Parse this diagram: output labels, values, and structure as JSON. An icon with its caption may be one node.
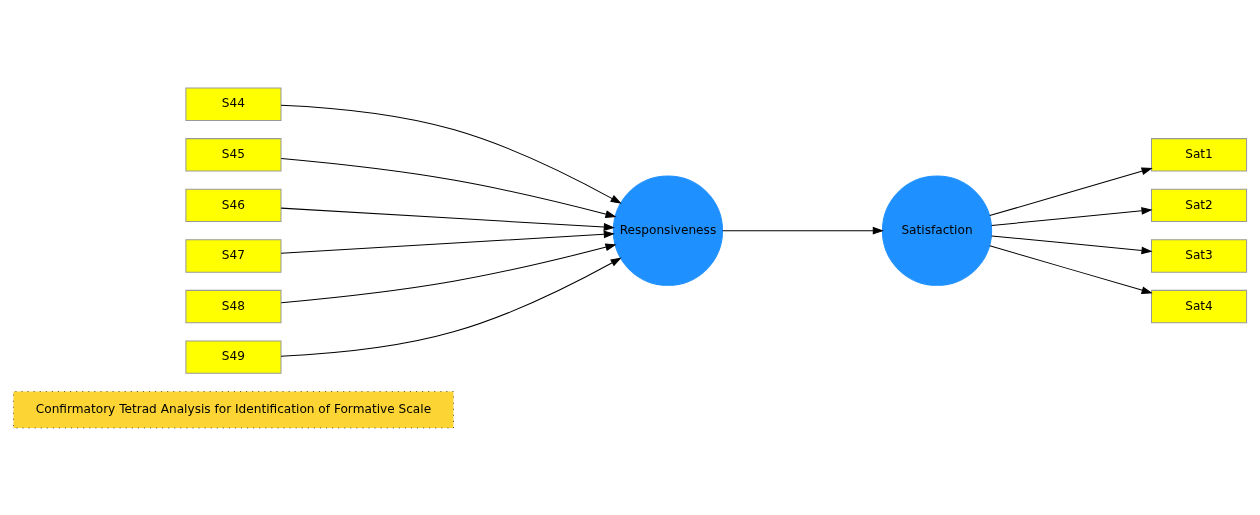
{
  "diagram": {
    "nodes": [
      {
        "text": [
          "Confirmatory Tetrad Analysis for Identification of Formative Scale"
        ]
      },
      {
        "text": [
          "S44"
        ]
      },
      {
        "text": [
          "S45"
        ]
      },
      {
        "text": [
          "S46"
        ]
      },
      {
        "text": [
          "S47"
        ]
      },
      {
        "text": [
          "S48"
        ]
      },
      {
        "text": [
          "S49"
        ]
      },
      {
        "text": [
          "Responsiveness"
        ]
      },
      {
        "text": [
          "Satisfaction"
        ]
      },
      {
        "text": [
          "Sat1"
        ]
      },
      {
        "text": [
          "Sat2"
        ]
      },
      {
        "text": [
          "Sat3"
        ]
      },
      {
        "text": [
          "Sat4"
        ]
      }
    ],
    "edges": [
      {
        "from": 1,
        "to": 7,
        "arrow": "to"
      },
      {
        "from": 2,
        "to": 7,
        "arrow": "to"
      },
      {
        "from": 3,
        "to": 7,
        "arrow": "to"
      },
      {
        "from": 4,
        "to": 7,
        "arrow": "to"
      },
      {
        "from": 5,
        "to": 7,
        "arrow": "to"
      },
      {
        "from": 6,
        "to": 7,
        "arrow": "to"
      },
      {
        "from": 7,
        "to": 8,
        "arrow": "to"
      },
      {
        "from": 8,
        "to": 9,
        "arrow": "to"
      },
      {
        "from": 8,
        "to": 10,
        "arrow": "to"
      },
      {
        "from": 8,
        "to": 11,
        "arrow": "to"
      },
      {
        "from": 8,
        "to": 12,
        "arrow": "to"
      }
    ]
  }
}
